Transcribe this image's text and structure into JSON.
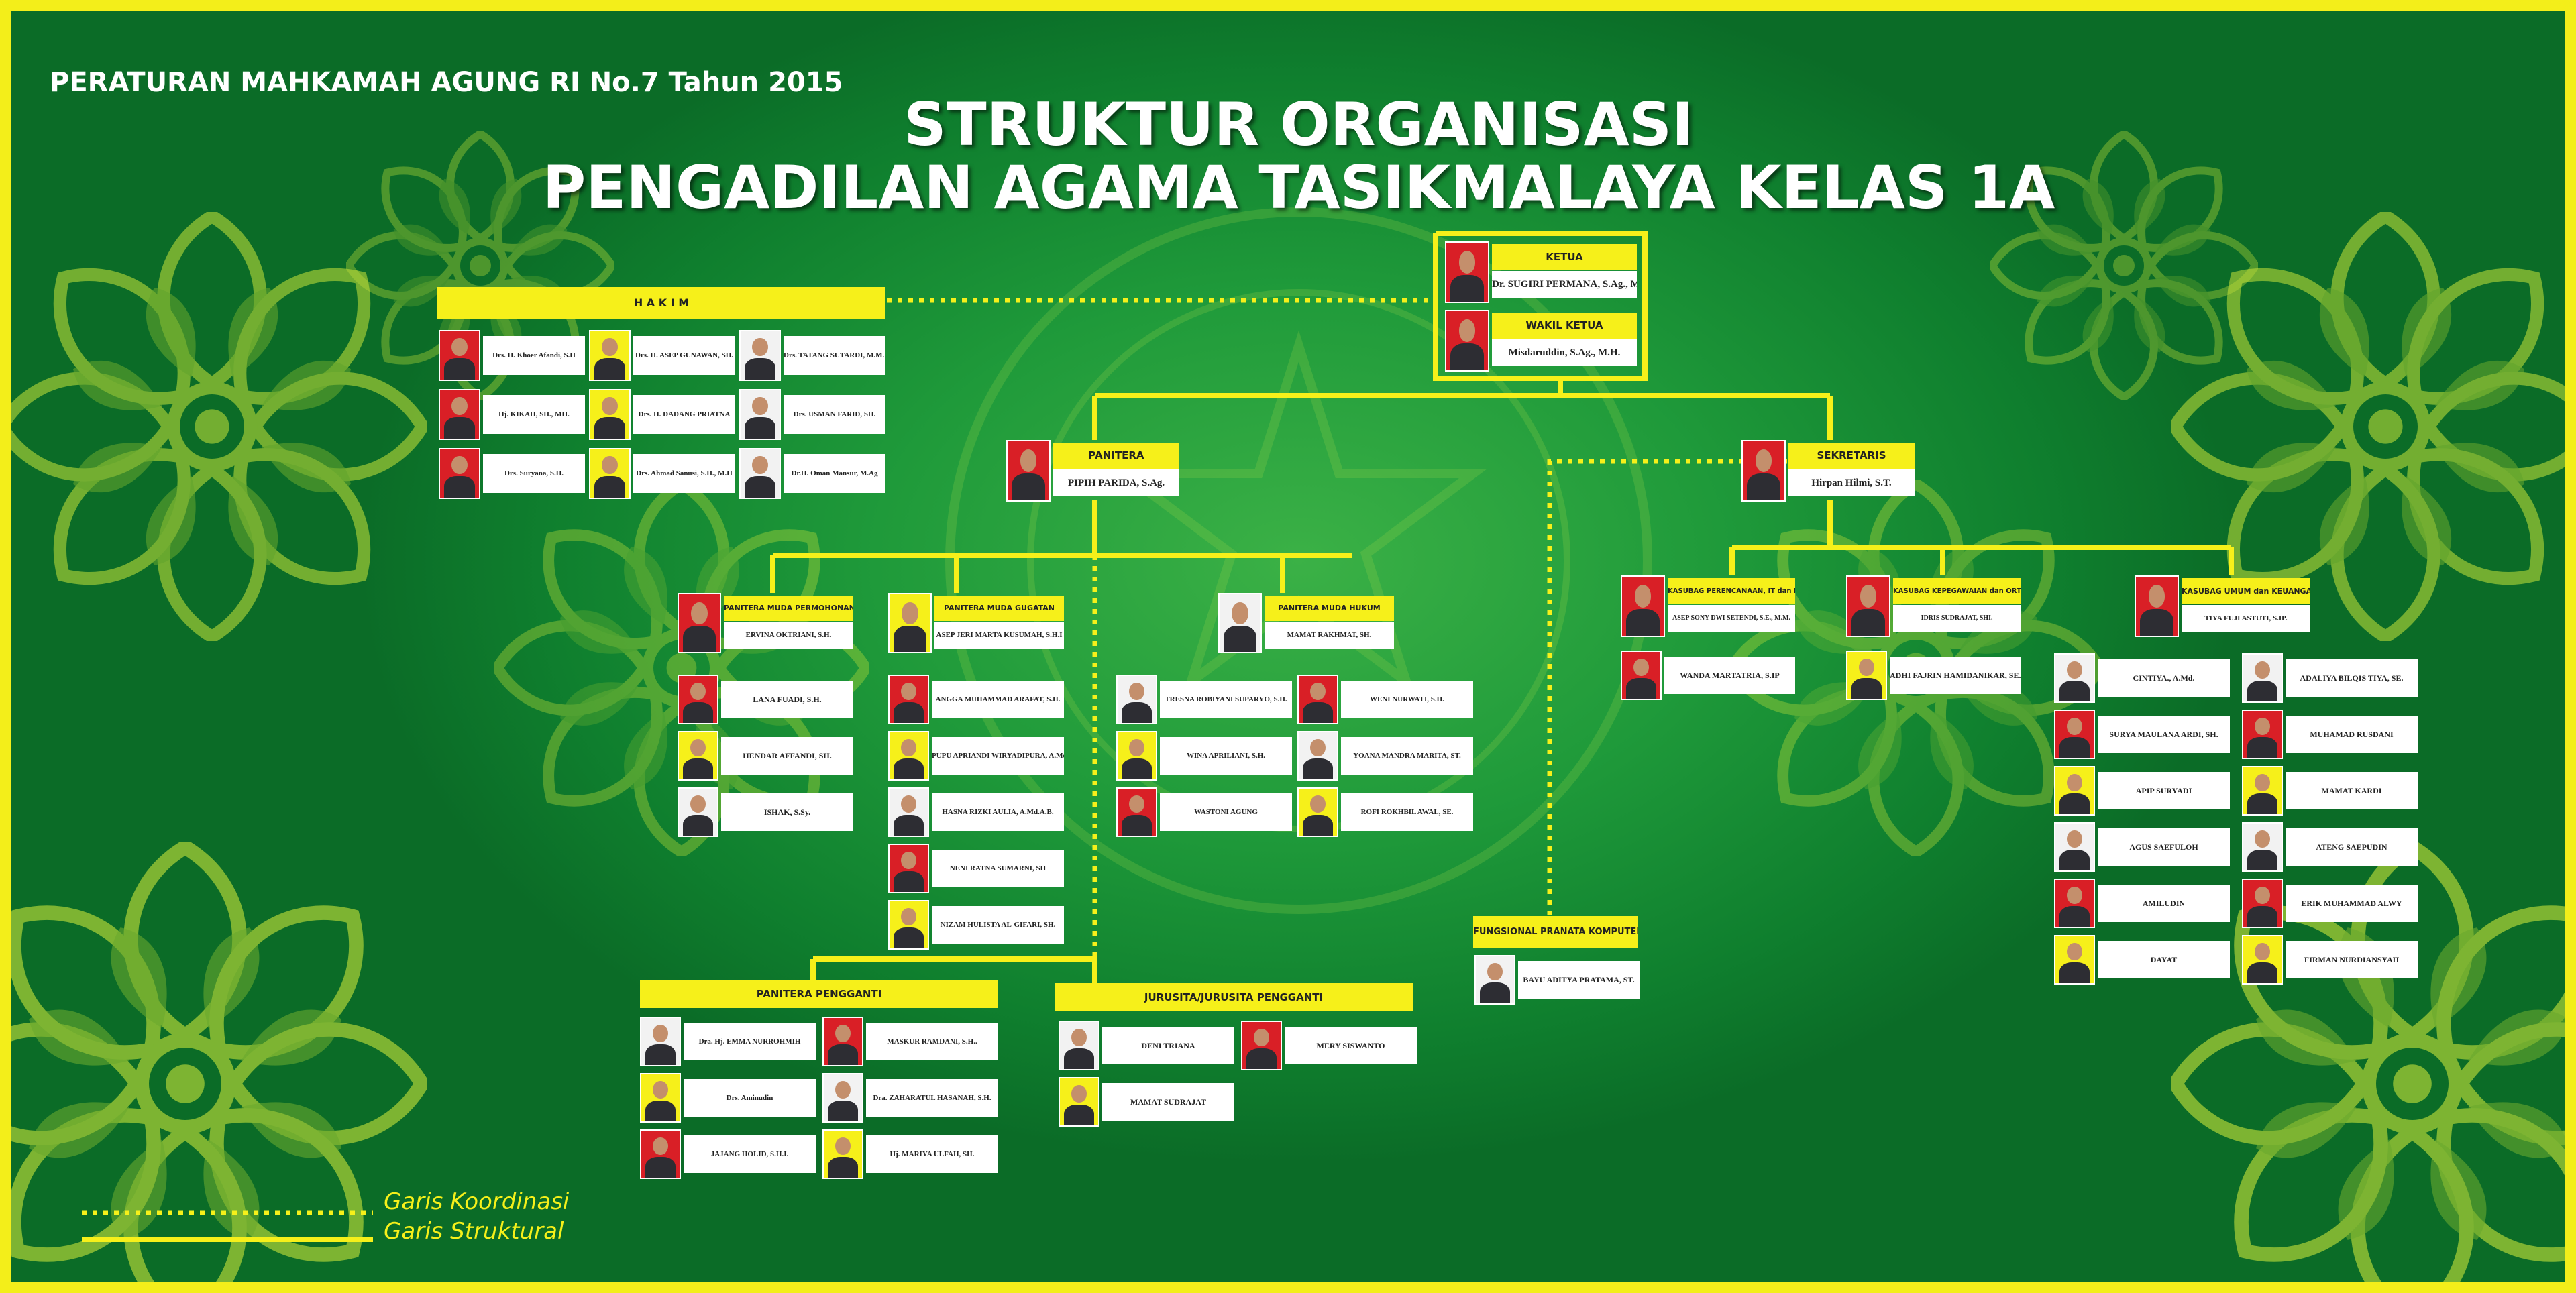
{
  "header": {
    "regulation": "PERATURAN MAHKAMAH AGUNG RI No.7 Tahun 2015",
    "title_line1": "STRUKTUR ORGANISASI",
    "title_line2": "PENGADILAN AGAMA TASIKMALAYA KELAS 1A"
  },
  "legend": {
    "coordination": "Garis Koordinasi",
    "structural": "Garis Struktural"
  },
  "colors": {
    "accent_yellow": "#f6f01a",
    "background_green": "#1f9a3a",
    "photo_red": "#d91f26",
    "photo_yellow": "#f6f01a",
    "photo_white": "#f2f2f2"
  },
  "hakim": {
    "header": "H A K I M",
    "members": [
      "Drs. H. Khoer Afandi, S.H",
      "Drs. H. ASEP GUNAWAN, SH.",
      "Drs. TATANG SUTARDI, M.M.A",
      "Hj. KIKAH, SH., MH.",
      "Drs. H. DADANG PRIATNA",
      "Drs. USMAN FARID, SH.",
      "Drs. Suryana, S.H.",
      "Drs. Ahmad Sanusi, S.H., M.H",
      "Dr.H. Oman Mansur, M.Ag"
    ]
  },
  "ketua": {
    "title": "KETUA",
    "name": "Dr. SUGIRI PERMANA, S.Ag., M.H."
  },
  "wakil_ketua": {
    "title": "WAKIL KETUA",
    "name": "Misdaruddin, S.Ag., M.H."
  },
  "panitera": {
    "title": "PANITERA",
    "name": "PIPIH PARIDA, S.Ag."
  },
  "sekretaris": {
    "title": "SEKRETARIS",
    "name": "Hirpan Hilmi, S.T."
  },
  "panmud_permohonan": {
    "title": "PANITERA MUDA PERMOHONAN",
    "head": "ERVINA OKTRIANI, S.H.",
    "staff": [
      "LANA FUADI, S.H.",
      "HENDAR AFFANDI, SH.",
      "ISHAK, S.Sy."
    ]
  },
  "panmud_gugatan": {
    "title": "PANITERA MUDA GUGATAN",
    "head": "ASEP JERI MARTA KUSUMAH, S.H.I",
    "staff": [
      "ANGGA MUHAMMAD ARAFAT, S.H.",
      "PUPU APRIANDI WIRYADIPURA, A.Md.Kom",
      "HASNA RIZKI AULIA, A.Md.A.B.",
      "NENI RATNA SUMARNI, SH",
      "NIZAM HULISTA AL-GIFARI, SH."
    ]
  },
  "panmud_hukum": {
    "title": "PANITERA MUDA HUKUM",
    "head": "MAMAT RAKHMAT, SH.",
    "staff": [
      "TRESNA ROBIYANI SUPARYO, S.H.",
      "WENI NURWATI, S.H.",
      "WINA APRILIANI, S.H.",
      "YOANA MANDRA MARITA, ST.",
      "WASTONI AGUNG",
      "ROFI ROKHBIL AWAL, SE."
    ]
  },
  "kasubag_perencanaan": {
    "title": "KASUBAG PERENCANAAN, IT dan PELAPORAN",
    "head": "ASEP SONY DWI SETENDI, S.E., M.M.",
    "staff": [
      "WANDA MARTATRIA, S.IP"
    ]
  },
  "kasubag_kepegawaian": {
    "title": "KASUBAG KEPEGAWAIAN dan ORTALA",
    "head": "IDRIS SUDRAJAT, SHI.",
    "staff": [
      "ADHI FAJRIN HAMIDANIKAR, SE."
    ]
  },
  "kasubag_umum": {
    "title": "KASUBAG UMUM dan KEUANGAN",
    "head": "TIYA FUJI ASTUTI, S.IP.",
    "staff_left": [
      "CINTIYA., A.Md.",
      "SURYA MAULANA ARDI, SH.",
      "APIP SURYADI",
      "AGUS SAEFULOH",
      "AMILUDIN",
      "DAYAT"
    ],
    "staff_right": [
      "ADALIYA BILQIS TIYA, SE.",
      "MUHAMAD RUSDANI",
      "MAMAT KARDI",
      "ATENG SAEPUDIN",
      "ERIK MUHAMMAD ALWY",
      "FIRMAN NURDIANSYAH"
    ]
  },
  "panitera_pengganti": {
    "title": "PANITERA PENGGANTI",
    "members": [
      "Dra. Hj. EMMA NURROHMIH",
      "MASKUR RAMDANI, S.H..",
      "Drs. Aminudin",
      "Dra. ZAHARATUL HASANAH, S.H.",
      "JAJANG HOLID, S.H.I.",
      "Hj. MARIYA ULFAH, SH."
    ]
  },
  "jurusita": {
    "title": "JURUSITA/JURUSITA PENGGANTI",
    "members": [
      "DENI TRIANA",
      "MERY SISWANTO",
      "MAMAT SUDRAJAT"
    ]
  },
  "fungsional": {
    "title": "FUNGSIONAL PRANATA KOMPUTER",
    "name": "BAYU ADITYA PRATAMA, ST."
  }
}
